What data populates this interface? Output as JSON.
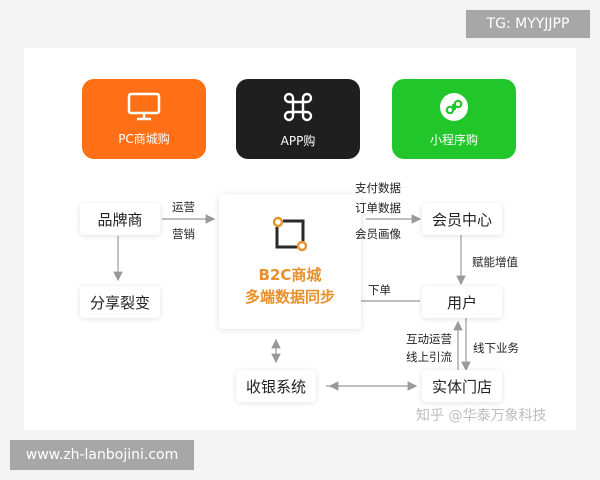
{
  "platforms": {
    "pc": "PC商城购",
    "app": "APP购",
    "mini": "小程序购"
  },
  "nodes": {
    "brand": "品牌商",
    "share": "分享裂变",
    "center_line1": "B2C商城",
    "center_line2": "多端数据同步",
    "member": "会员中心",
    "user": "用户",
    "pos": "收银系统",
    "store": "实体门店"
  },
  "edge_labels": {
    "ops": "运营",
    "marketing": "营销",
    "payment_data": "支付数据",
    "order_data": "订单数据",
    "member_profile": "会员画像",
    "empower": "赋能增值",
    "place_order": "下单",
    "interactive_ops": "互动运营",
    "online_traffic": "线上引流",
    "offline_business": "线下业务"
  },
  "watermarks": {
    "top": "TG: MYYJJPP",
    "bottom": "www.zh-lanbojini.com",
    "zhihu": "知乎 @华泰万象科技"
  },
  "colors": {
    "pc": "#ff6f15",
    "app": "#1f1f1f",
    "mini": "#21c72a",
    "accent": "#e8902a",
    "arrow": "#999999"
  }
}
